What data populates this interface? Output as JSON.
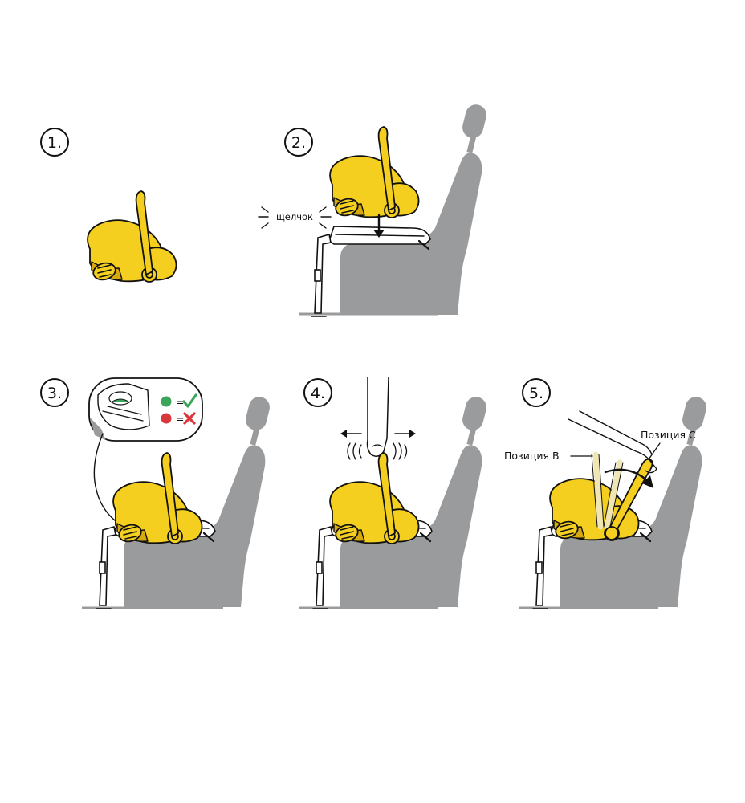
{
  "steps": [
    {
      "number": "1."
    },
    {
      "number": "2.",
      "sound_label": "щелчок"
    },
    {
      "number": "3.",
      "indicator_ok_symbol": "=",
      "indicator_bad_symbol": "="
    },
    {
      "number": "4."
    },
    {
      "number": "5.",
      "position_b_label": "Позиция B",
      "position_c_label": "Позиция C"
    }
  ],
  "colors": {
    "seat_shell": "#f5cf1f",
    "seat_shell_dark": "#d7a90d",
    "car_seat": "#9a9b9d",
    "indicator_green": "#3ba559",
    "indicator_red": "#d9373b",
    "outline": "#111111"
  },
  "icons": {
    "ok": "check-icon",
    "bad": "cross-icon"
  }
}
